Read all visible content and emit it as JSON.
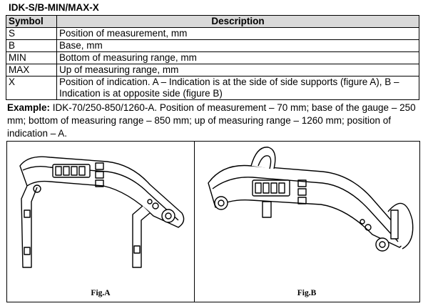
{
  "title": "IDK-S/B-MIN/MAX-X",
  "table": {
    "headers": [
      "Symbol",
      "Description"
    ],
    "rows": [
      {
        "symbol": "S",
        "description": "Position of measurement, mm"
      },
      {
        "symbol": "B",
        "description": "Base, mm"
      },
      {
        "symbol": "MIN",
        "description": "Bottom of measuring range, mm"
      },
      {
        "symbol": "MAX",
        "description": "Up of measuring range, mm"
      },
      {
        "symbol": "X",
        "description": "Position of indication. A – Indication is at the side of side supports (figure A), B – Indication is at opposite side (figure B)"
      }
    ]
  },
  "example": {
    "label": "Example:",
    "text": " IDK-70/250-850/1260-A. Position of measurement – 70 mm; base of the gauge – 250 mm; bottom of measuring range – 850 mm; up of measuring range – 1260 mm; position of indication – A."
  },
  "figures": {
    "a_caption": "Fig.A",
    "b_caption": "Fig.B"
  }
}
